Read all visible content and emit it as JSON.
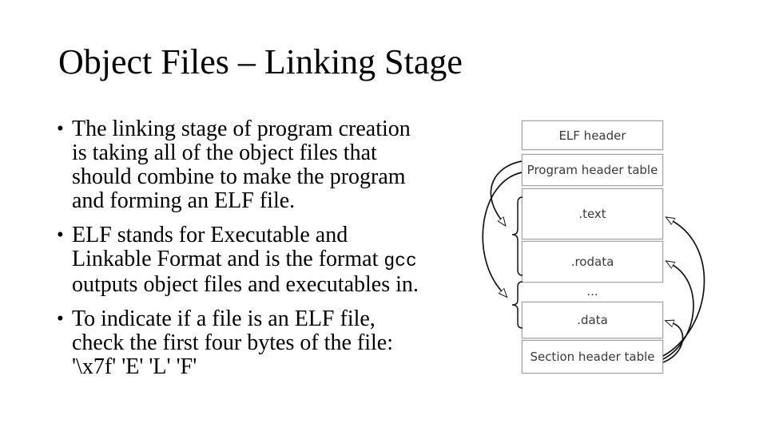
{
  "slide": {
    "title": "Object Files – Linking Stage",
    "bullet_glyph": "•",
    "bullet1": {
      "line1": "The linking stage of program creation",
      "line2": "is taking all of the object files that",
      "line3": "should combine to make the program",
      "line4": "and forming an ELF file."
    },
    "bullet2": {
      "line1": "ELF stands for Executable and",
      "line2_text": "Linkable Format and is the format ",
      "line2_code": "gcc",
      "line3": "outputs object files and executables in."
    },
    "bullet3": {
      "line1": "To indicate if a file is an ELF file,",
      "line2": "check the first four bytes of the file:",
      "line3": "'\\x7f' 'E' 'L' 'F'"
    }
  },
  "diagram": {
    "elf_header": "ELF header",
    "program_header_table": "Program header table",
    "text_section": ".text",
    "rodata_section": ".rodata",
    "ellipsis": "...",
    "data_section": ".data",
    "section_header_table": "Section header table"
  },
  "colors": {
    "background": "#ffffff",
    "body_text": "#000000",
    "diagram_text": "#3a3a3a",
    "box_border": "#a6a6a6",
    "arrow": "#141414"
  }
}
